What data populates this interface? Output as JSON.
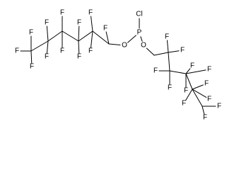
{
  "diagram": {
    "type": "chemical-structure",
    "line_color": "#000000",
    "background": "#ffffff",
    "atoms": {
      "P": "P",
      "Cl": "Cl",
      "O_left": "O",
      "O_right": "O",
      "F": "F"
    },
    "fluorine_count": 24
  }
}
